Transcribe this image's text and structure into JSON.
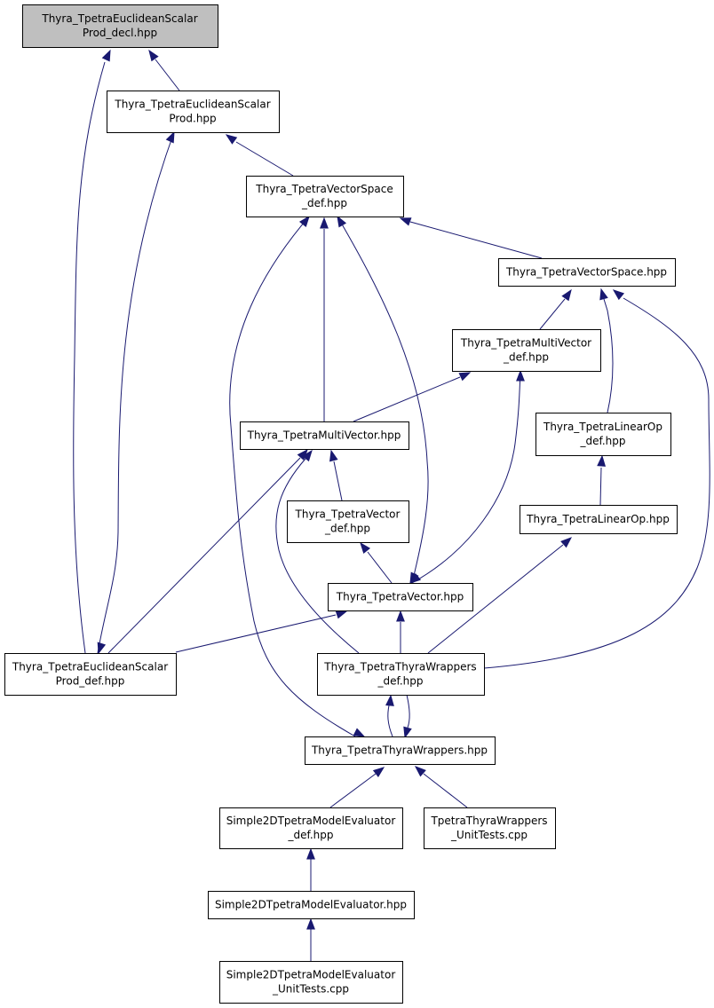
{
  "nodes": [
    {
      "id": "euclid_decl",
      "lines": [
        "Thyra_TpetraEuclideanScalar",
        "Prod_decl.hpp"
      ],
      "highlighted": true
    },
    {
      "id": "euclid_hpp",
      "lines": [
        "Thyra_TpetraEuclideanScalar",
        "Prod.hpp"
      ]
    },
    {
      "id": "vs_def",
      "lines": [
        "Thyra_TpetraVectorSpace",
        "_def.hpp"
      ]
    },
    {
      "id": "vs_hpp",
      "lines": [
        "Thyra_TpetraVectorSpace.hpp"
      ]
    },
    {
      "id": "mv_def",
      "lines": [
        "Thyra_TpetraMultiVector",
        "_def.hpp"
      ]
    },
    {
      "id": "mv_hpp",
      "lines": [
        "Thyra_TpetraMultiVector.hpp"
      ]
    },
    {
      "id": "lo_def",
      "lines": [
        "Thyra_TpetraLinearOp",
        "_def.hpp"
      ]
    },
    {
      "id": "v_def",
      "lines": [
        "Thyra_TpetraVector",
        "_def.hpp"
      ]
    },
    {
      "id": "lo_hpp",
      "lines": [
        "Thyra_TpetraLinearOp.hpp"
      ]
    },
    {
      "id": "v_hpp",
      "lines": [
        "Thyra_TpetraVector.hpp"
      ]
    },
    {
      "id": "euclid_def",
      "lines": [
        "Thyra_TpetraEuclideanScalar",
        "Prod_def.hpp"
      ]
    },
    {
      "id": "tw_def",
      "lines": [
        "Thyra_TpetraThyraWrappers",
        "_def.hpp"
      ]
    },
    {
      "id": "tw_hpp",
      "lines": [
        "Thyra_TpetraThyraWrappers.hpp"
      ]
    },
    {
      "id": "s2d_def",
      "lines": [
        "Simple2DTpetraModelEvaluator",
        "_def.hpp"
      ]
    },
    {
      "id": "tw_tests",
      "lines": [
        "TpetraThyraWrappers",
        "_UnitTests.cpp"
      ]
    },
    {
      "id": "s2d_hpp",
      "lines": [
        "Simple2DTpetraModelEvaluator.hpp"
      ]
    },
    {
      "id": "s2d_tests",
      "lines": [
        "Simple2DTpetraModelEvaluator",
        "_UnitTests.cpp"
      ]
    }
  ],
  "edges": [
    {
      "from": "euclid_hpp",
      "to": "euclid_decl"
    },
    {
      "from": "euclid_def",
      "to": "euclid_decl"
    },
    {
      "from": "vs_def",
      "to": "euclid_hpp"
    },
    {
      "from": "euclid_def",
      "to": "euclid_hpp"
    },
    {
      "from": "vs_hpp",
      "to": "vs_def"
    },
    {
      "from": "mv_hpp",
      "to": "vs_def"
    },
    {
      "from": "v_hpp",
      "to": "vs_def"
    },
    {
      "from": "tw_hpp",
      "to": "vs_def"
    },
    {
      "from": "mv_def",
      "to": "vs_hpp"
    },
    {
      "from": "lo_def",
      "to": "vs_hpp"
    },
    {
      "from": "tw_def",
      "to": "vs_hpp"
    },
    {
      "from": "mv_hpp",
      "to": "mv_def"
    },
    {
      "from": "v_hpp",
      "to": "mv_def"
    },
    {
      "from": "v_def",
      "to": "mv_hpp"
    },
    {
      "from": "euclid_def",
      "to": "mv_hpp"
    },
    {
      "from": "tw_def",
      "to": "mv_hpp"
    },
    {
      "from": "lo_hpp",
      "to": "lo_def"
    },
    {
      "from": "tw_def",
      "to": "lo_hpp"
    },
    {
      "from": "v_hpp",
      "to": "v_def"
    },
    {
      "from": "euclid_def",
      "to": "v_hpp"
    },
    {
      "from": "tw_def",
      "to": "v_hpp"
    },
    {
      "from": "tw_hpp",
      "to": "tw_def"
    },
    {
      "from": "tw_def",
      "to": "tw_hpp"
    },
    {
      "from": "s2d_def",
      "to": "tw_hpp"
    },
    {
      "from": "tw_tests",
      "to": "tw_hpp"
    },
    {
      "from": "s2d_hpp",
      "to": "s2d_def"
    },
    {
      "from": "s2d_tests",
      "to": "s2d_hpp"
    }
  ],
  "colors": {
    "edge": "#191970",
    "highlight_fill": "#bfbfbf",
    "node_fill": "#ffffff",
    "node_border": "#000000"
  }
}
